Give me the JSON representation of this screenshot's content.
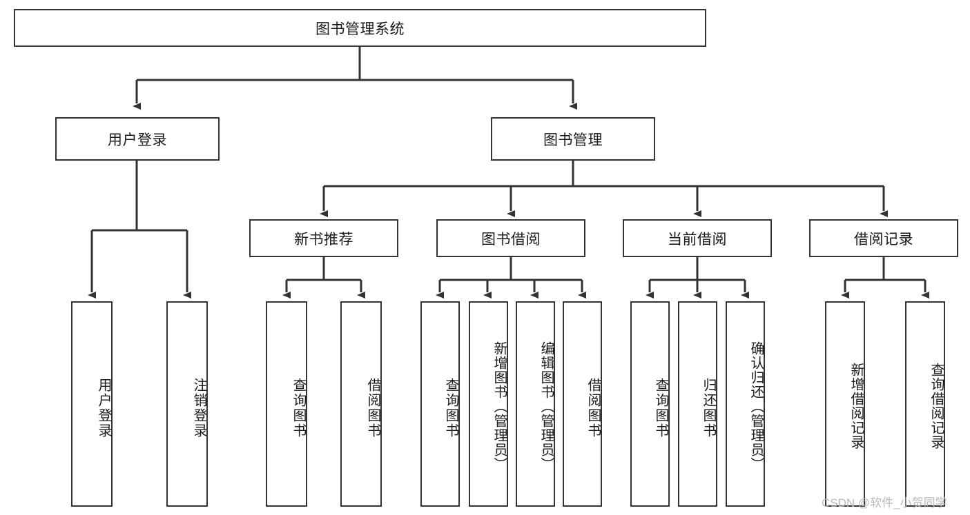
{
  "diagram": {
    "type": "tree-hierarchy",
    "title": "图书管理系统",
    "watermark": "CSDN @软件_小贺同学",
    "colors": {
      "stroke": "#333333",
      "fill": "#ffffff",
      "text": "#1a1a1a",
      "watermark": "#b9b9b9"
    },
    "nodes": {
      "root": {
        "label": "图书管理系统"
      },
      "level2": [
        {
          "id": "user-login",
          "label": "用户登录"
        },
        {
          "id": "book-management",
          "label": "图书管理"
        }
      ],
      "level3": [
        {
          "id": "new-book-recommend",
          "label": "新书推荐"
        },
        {
          "id": "book-borrow",
          "label": "图书借阅"
        },
        {
          "id": "current-borrow",
          "label": "当前借阅"
        },
        {
          "id": "borrow-record",
          "label": "借阅记录"
        }
      ],
      "leaves": {
        "user_login": [
          {
            "id": "leaf-user-login",
            "label": "用户登录"
          },
          {
            "id": "leaf-user-logout",
            "label": "注销登录"
          }
        ],
        "new_book_recommend": [
          {
            "id": "leaf-query-book-1",
            "label": "查询图书"
          },
          {
            "id": "leaf-borrow-book-1",
            "label": "借阅图书"
          }
        ],
        "book_borrow": [
          {
            "id": "leaf-query-book-2",
            "label": "查询图书"
          },
          {
            "id": "leaf-add-book",
            "label": "新增图书（管理员）"
          },
          {
            "id": "leaf-edit-book",
            "label": "编辑图书（管理员）"
          },
          {
            "id": "leaf-borrow-book-2",
            "label": "借阅图书"
          }
        ],
        "current_borrow": [
          {
            "id": "leaf-query-book-3",
            "label": "查询图书"
          },
          {
            "id": "leaf-return-book",
            "label": "归还图书"
          },
          {
            "id": "leaf-confirm-return",
            "label": "确认归还（管理员）"
          }
        ],
        "borrow_record": [
          {
            "id": "leaf-add-record",
            "label": "新增借阅记录"
          },
          {
            "id": "leaf-query-record",
            "label": "查询借阅记录"
          }
        ]
      }
    }
  }
}
